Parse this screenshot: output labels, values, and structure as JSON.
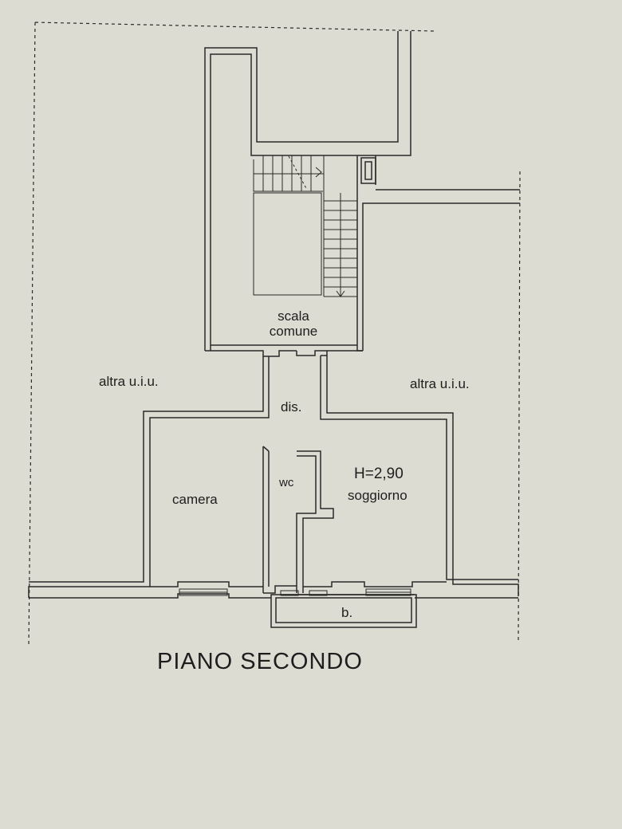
{
  "plan": {
    "title": "PIANO SECONDO",
    "rooms": {
      "scala_line1": "scala",
      "scala_line2": "comune",
      "other_left": "altra u.i.u.",
      "other_right": "altra u.i.u.",
      "dis": "dis.",
      "camera": "camera",
      "wc": "wc",
      "soggiorno": "soggiorno",
      "height": "H=2,90",
      "balcony": "b."
    }
  },
  "colors": {
    "paper": "#dcdcd2",
    "ink": "#2a2a2a"
  }
}
